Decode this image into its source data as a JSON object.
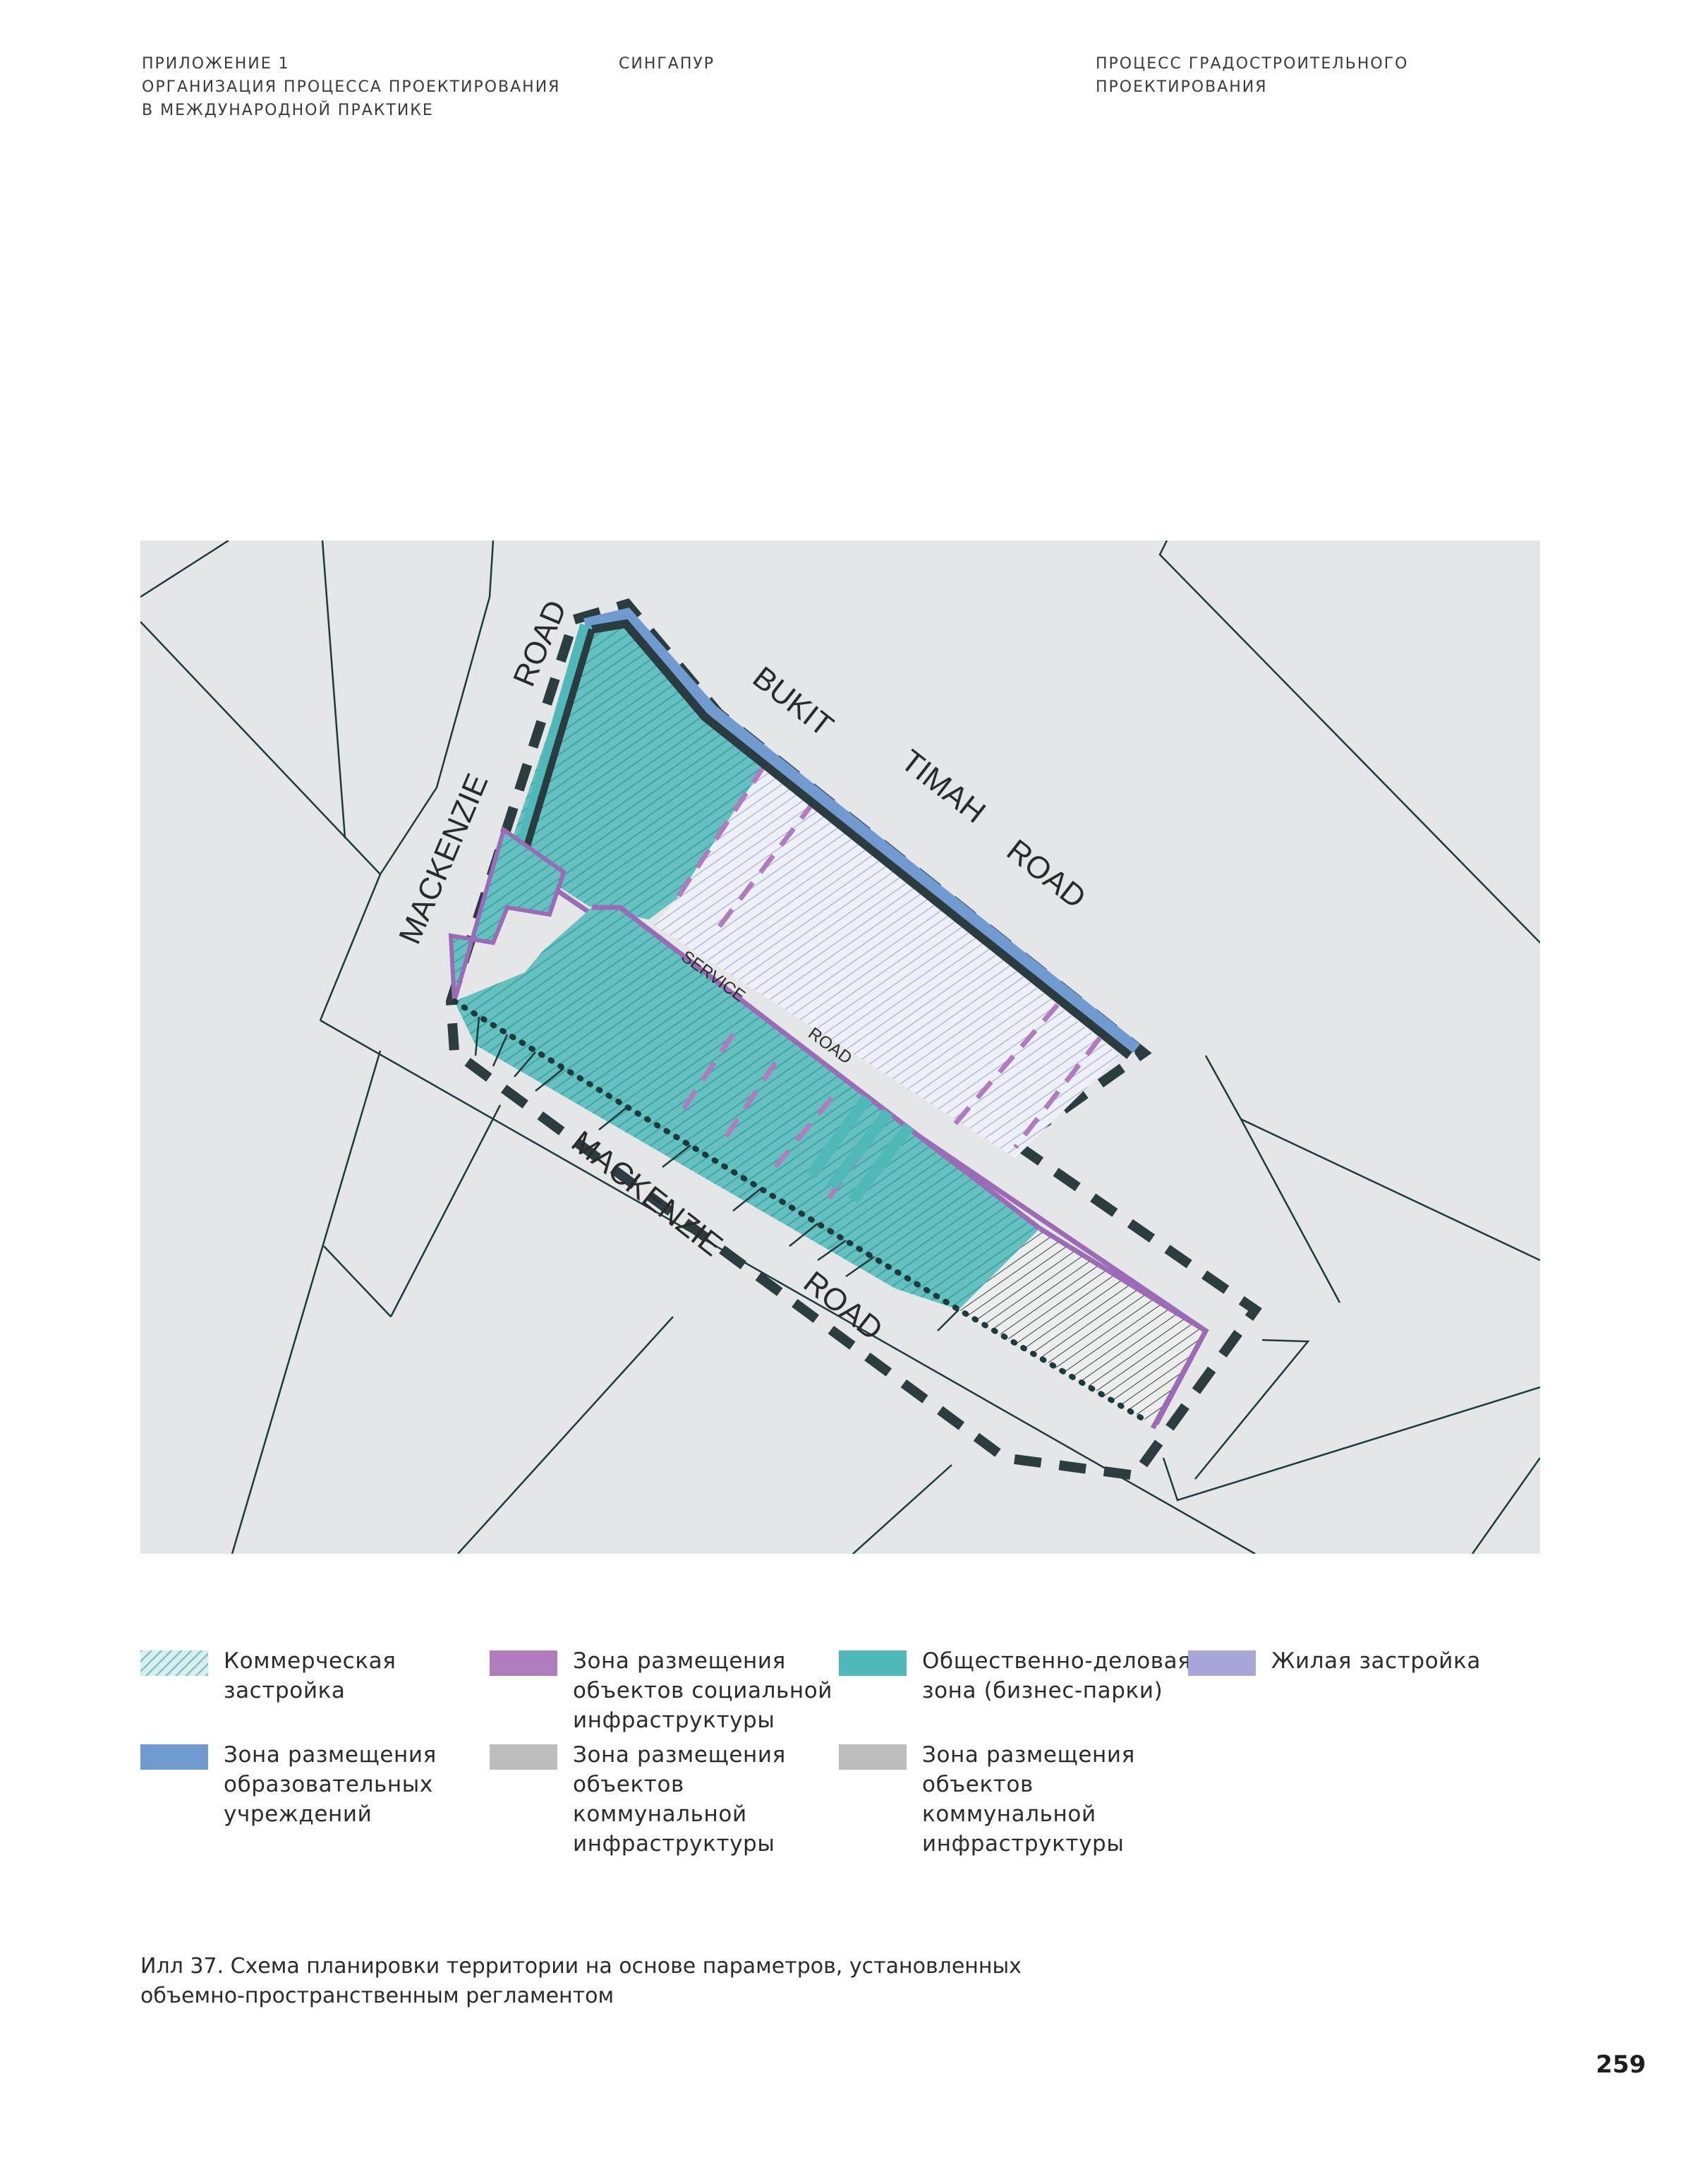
{
  "header": {
    "left": [
      "ПРИЛОЖЕНИЕ 1",
      "ОРГАНИЗАЦИЯ ПРОЦЕССА ПРОЕКТИРОВАНИЯ",
      "В МЕЖДУНАРОДНОЙ ПРАКТИКЕ"
    ],
    "middle": "СИНГАПУР",
    "right": [
      "ПРОЦЕСС ГРАДОСТРОИТЕЛЬНОГО",
      "ПРОЕКТИРОВАНИЯ"
    ]
  },
  "map": {
    "roads": {
      "bukit": "BUKIT",
      "timah": "TIMAH",
      "road_ne": "ROAD",
      "road_nw": "ROAD",
      "mackenzie_west": "MACKENZIE",
      "mackenzie_south": "MACKENZIE",
      "road_south": "ROAD",
      "service": "SERVICE",
      "service_road": "ROAD"
    },
    "colors": {
      "background": "#e5e6e7",
      "road_lines": "#1f3a3c",
      "boundary_dashed": "#2b3d3f",
      "commercial": "#7fc5c5",
      "business_park": "#4fb8b8",
      "social_infra": "#9b6bb5",
      "education": "#6f9bd1",
      "residential": "#a6a6d6",
      "utility": "#bdbdbd"
    }
  },
  "legend": [
    {
      "label": "Коммерческая\nзастройка",
      "swatch": "hatch-teal",
      "color": "#7fc5c5"
    },
    {
      "label": "Зона размещения\nобъектов социальной\nинфраструктуры",
      "swatch": "solid",
      "color": "#b07cbd"
    },
    {
      "label": "Общественно-деловая\nзона (бизнес-парки)",
      "swatch": "solid",
      "color": "#4fb8b8"
    },
    {
      "label": "Жилая застройка",
      "swatch": "solid",
      "color": "#a8a6d8"
    },
    {
      "label": "Зона размещения\nобразовательных\nучреждений",
      "swatch": "solid",
      "color": "#6f9bd1"
    },
    {
      "label": "Зона размещения\nобъектов\nкоммунальной\nинфраструктуры",
      "swatch": "solid",
      "color": "#bdbdbd"
    },
    {
      "label": "Зона размещения\nобъектов\nкоммунальной\nинфраструктуры",
      "swatch": "solid",
      "color": "#bdbdbd"
    }
  ],
  "caption": "Илл 37. Схема планировки территории на основе параметров, установленных\nобъемно-пространственным регламентом",
  "page_number": "259"
}
